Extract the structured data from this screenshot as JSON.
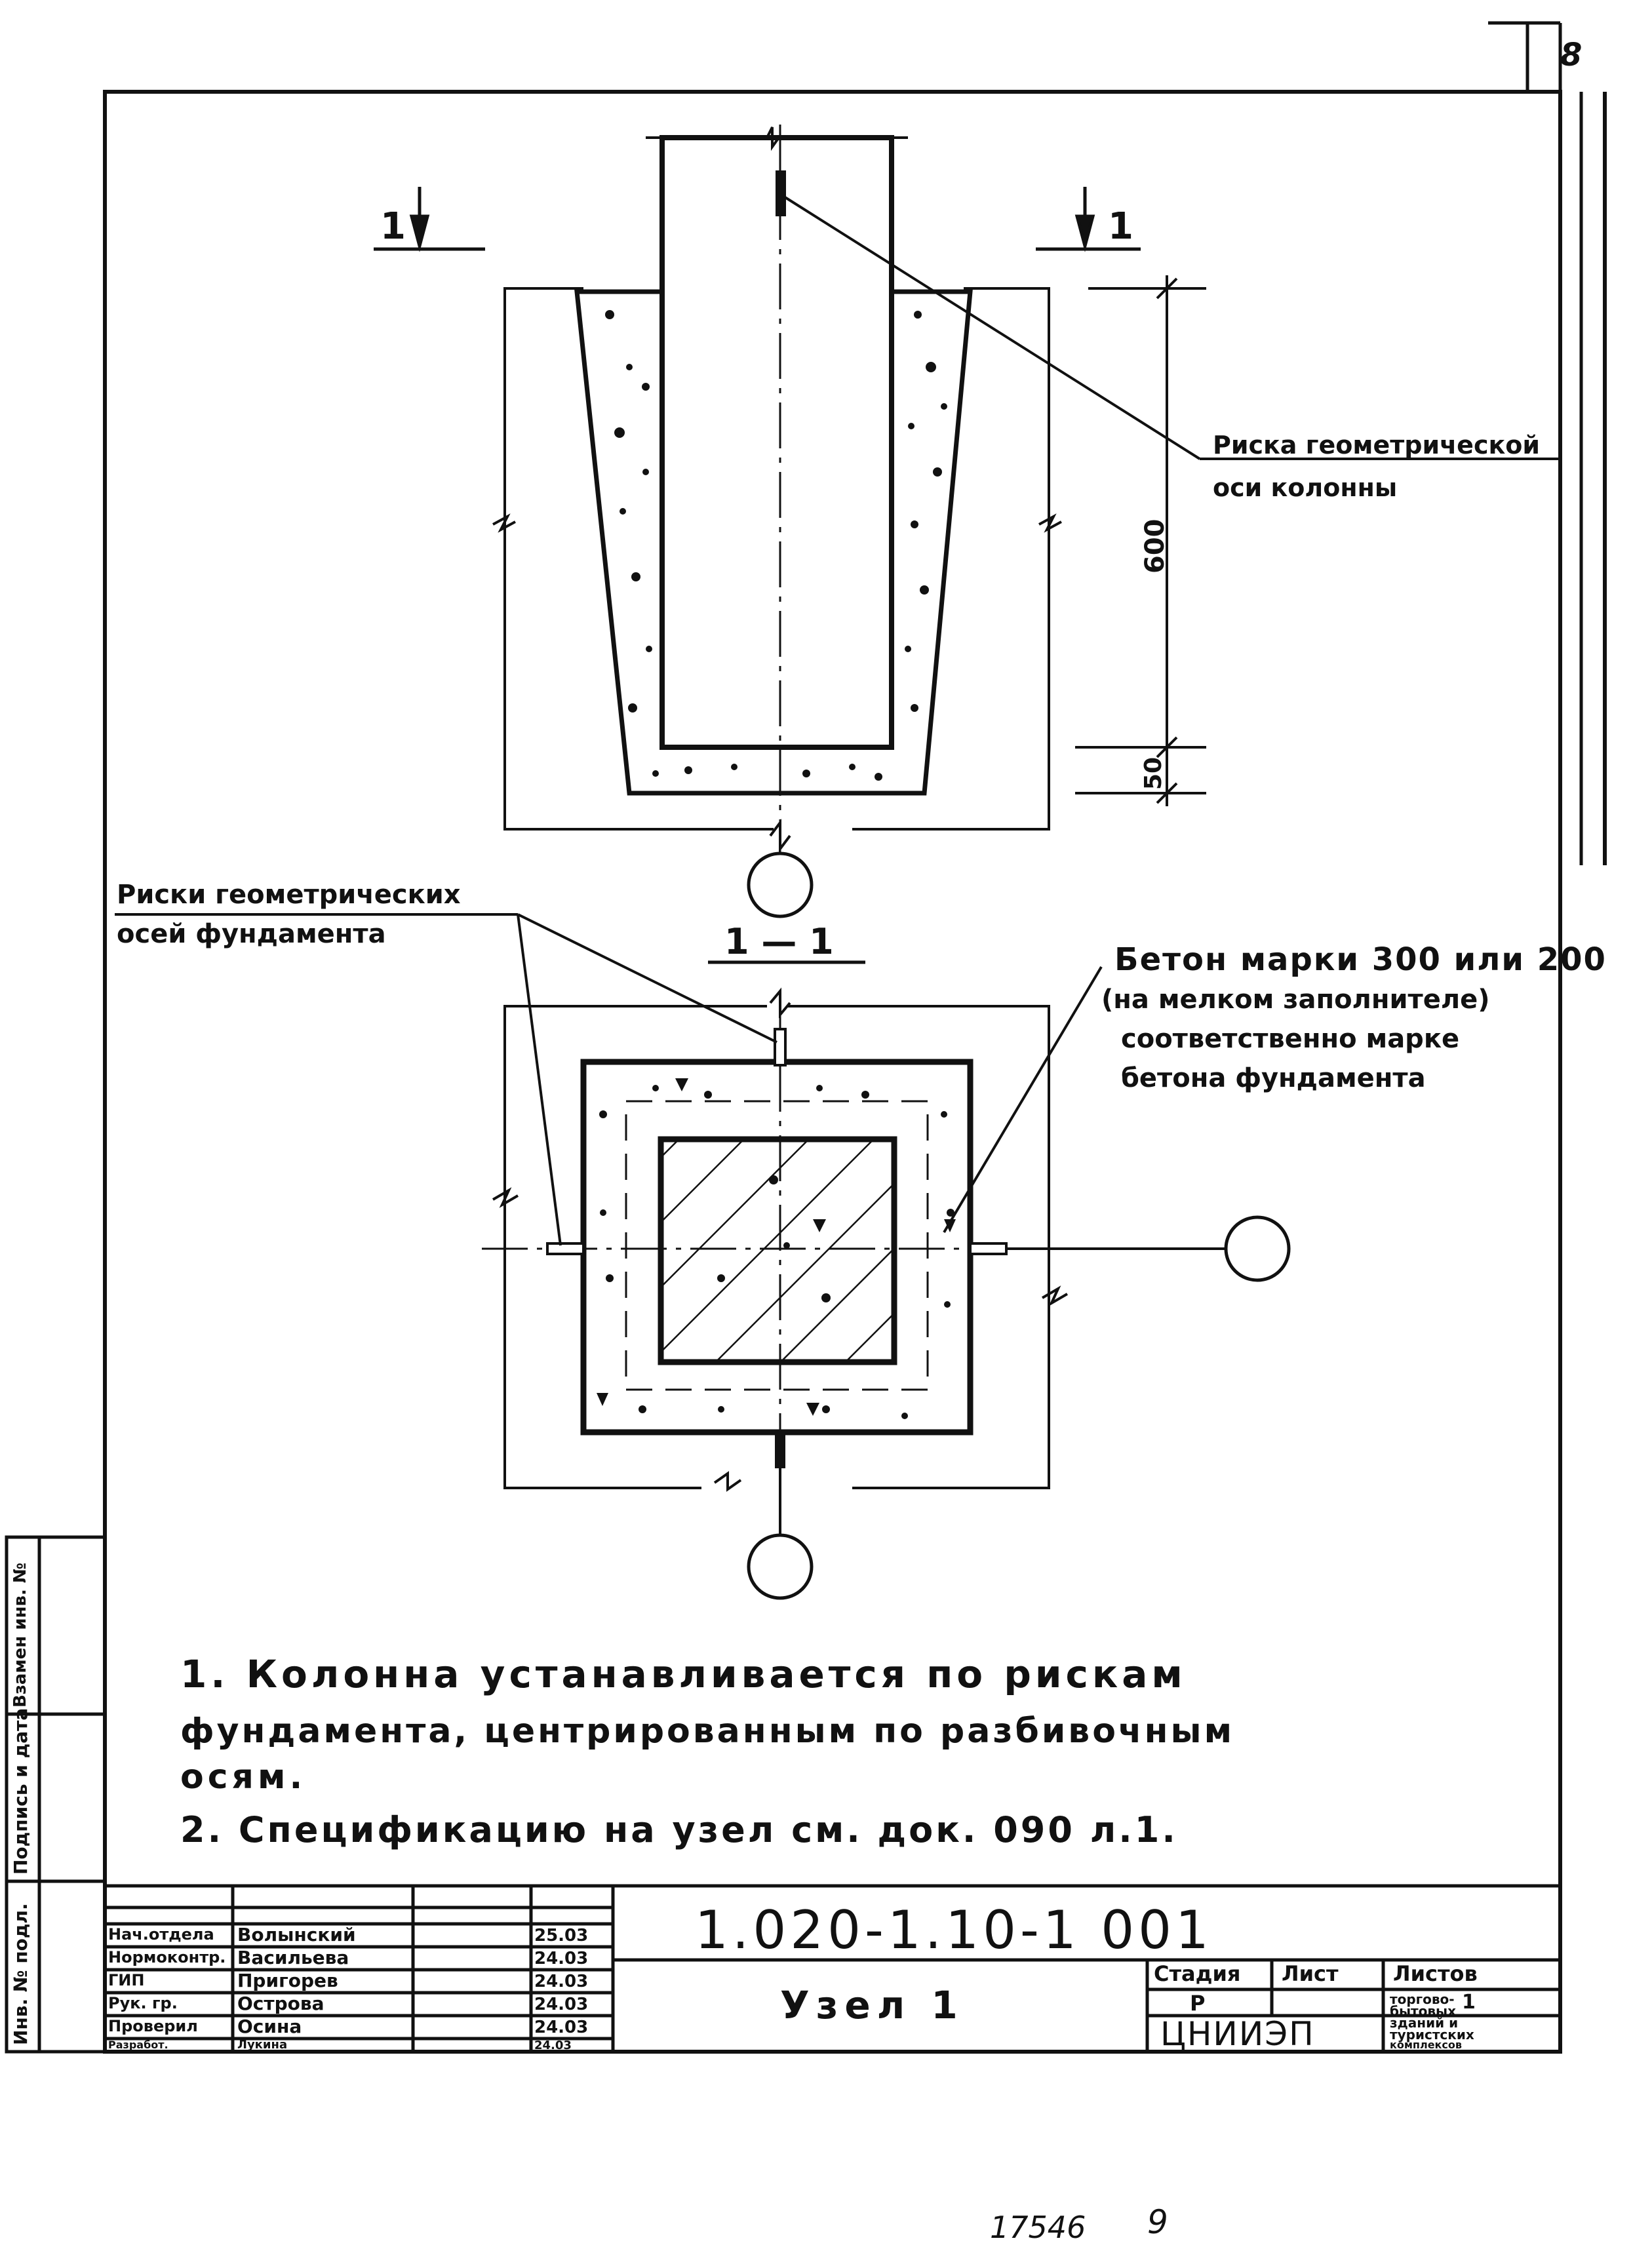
{
  "sheet_number": "8",
  "section_marks": {
    "left": "1",
    "right": "1",
    "section_title": "1 — 1"
  },
  "callouts": {
    "column_axis_mark": [
      "Риска геометрической",
      "оси колонны"
    ],
    "foundation_axis_marks": [
      "Риски геометрических",
      "осей фундамента"
    ],
    "concrete": [
      "Бетон марки 300 или 200",
      "(на мелком заполнителе)",
      "соответственно марке",
      "бетона фундамента"
    ]
  },
  "dimensions": {
    "depth": "600",
    "base": "50"
  },
  "notes": [
    "1. Колонна устанавливается по рискам",
    "фундамента, центрированным по разбивочным",
    "осям.",
    "2. Спецификацию на узел см. док. 090 л.1."
  ],
  "title_block": {
    "doc_code": "1.020-1.10-1 001",
    "node_title": "Узел 1",
    "stage_header": "Стадия",
    "sheet_header": "Лист",
    "sheets_header": "Листов",
    "stage_value": "Р",
    "sheets_value": "1",
    "org_logo": "ЦНИИЭП",
    "org_desc": [
      "торгово-",
      "бытовых",
      "зданий и",
      "туристских",
      "комплексов"
    ],
    "staff": [
      {
        "role": "Нач.отдела",
        "name": "Волынский",
        "date": "25.03"
      },
      {
        "role": "Нормоконтр.",
        "name": "Васильева",
        "date": "24.03"
      },
      {
        "role": "ГИП",
        "name": "Пригорев",
        "date": "24.03"
      },
      {
        "role": "Рук. гр.",
        "name": "Острова",
        "date": "24.03"
      },
      {
        "role": "Проверил",
        "name": "Осина",
        "date": "24.03"
      },
      {
        "role": "Разработ.",
        "name": "Лукина",
        "date": "24.03"
      }
    ]
  },
  "side_stamp": [
    "Инв. № подл.",
    "Подпись и дата",
    "Взамен инв. №"
  ],
  "footer": {
    "inventory": "17546",
    "page": "9"
  }
}
